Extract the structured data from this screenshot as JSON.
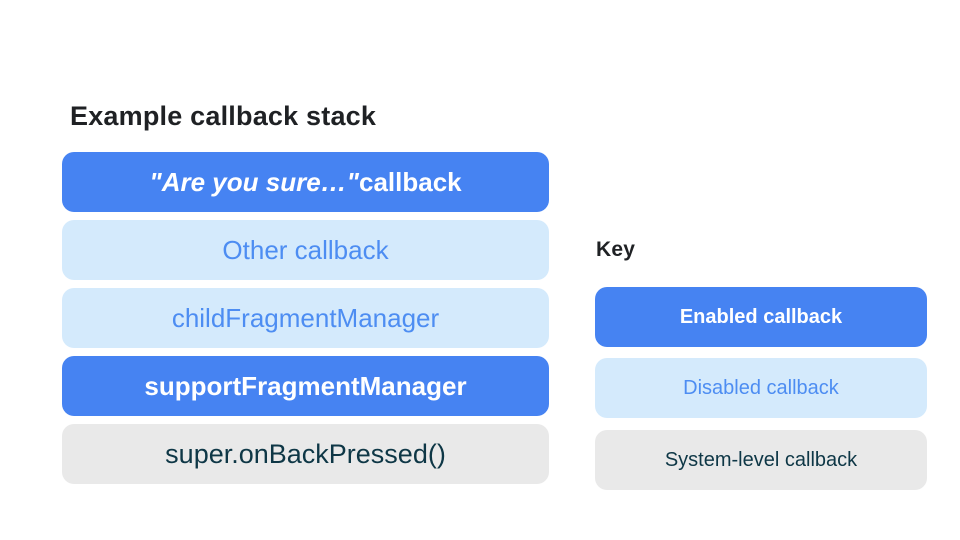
{
  "title": "Example callback stack",
  "stack": {
    "items": [
      {
        "text_italic": "\"Are you sure…\"",
        "text_rest": " callback",
        "type": "enabled"
      },
      {
        "text": "Other callback",
        "type": "disabled"
      },
      {
        "text": "childFragmentManager",
        "type": "disabled"
      },
      {
        "text": "supportFragmentManager",
        "type": "enabled"
      },
      {
        "text": "super.onBackPressed()",
        "type": "system"
      }
    ]
  },
  "key": {
    "label": "Key",
    "items": [
      {
        "text": "Enabled callback",
        "type": "enabled"
      },
      {
        "text": "Disabled callback",
        "type": "disabled"
      },
      {
        "text": "System-level callback",
        "type": "system"
      }
    ]
  },
  "colors": {
    "enabled_fill": "#4683f2",
    "enabled_text": "#ffffff",
    "disabled_fill": "#d4eafc",
    "disabled_text": "#4d8df2",
    "system_fill": "#e9e9e9",
    "system_text": "#0e3746",
    "heading_text": "#1f2124",
    "page_background": "#ffffff"
  }
}
